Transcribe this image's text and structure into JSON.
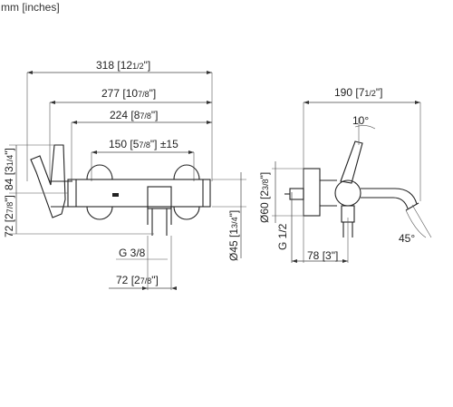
{
  "units_label": "mm [inches]",
  "front": {
    "w318": {
      "mm": "318",
      "in": "12",
      "frac": "1/2",
      "quote": "\""
    },
    "w277": {
      "mm": "277",
      "in": "10",
      "frac": "7/8",
      "quote": "\""
    },
    "w224": {
      "mm": "224",
      "in": "8",
      "frac": "7/8",
      "quote": "\""
    },
    "w150": {
      "mm": "150",
      "in": "5",
      "frac": "7/8",
      "quote": "\"",
      "tol": "±15"
    },
    "h84": {
      "mm": "84",
      "in": "3",
      "frac": "1/4",
      "quote": "\""
    },
    "h72": {
      "mm": "72",
      "in": "2",
      "frac": "7/8",
      "quote": "\""
    },
    "dia45": {
      "mm": "45",
      "in": "1",
      "frac": "3/4",
      "quote": "\"",
      "sym": "Ø"
    },
    "thread": "G 3/8",
    "w72b": {
      "mm": "72",
      "in": "2",
      "frac": "7/8",
      "quote": "\""
    }
  },
  "side": {
    "w190": {
      "mm": "190",
      "in": "7",
      "frac": "1/2",
      "quote": "\""
    },
    "angle10": "10°",
    "dia60": {
      "mm": "60",
      "in": "2",
      "frac": "3/8",
      "quote": "\"",
      "sym": "Ø"
    },
    "thread": "G 1/2",
    "w78": {
      "mm": "78",
      "in": "3",
      "quote": "\""
    },
    "angle45": "45°"
  }
}
